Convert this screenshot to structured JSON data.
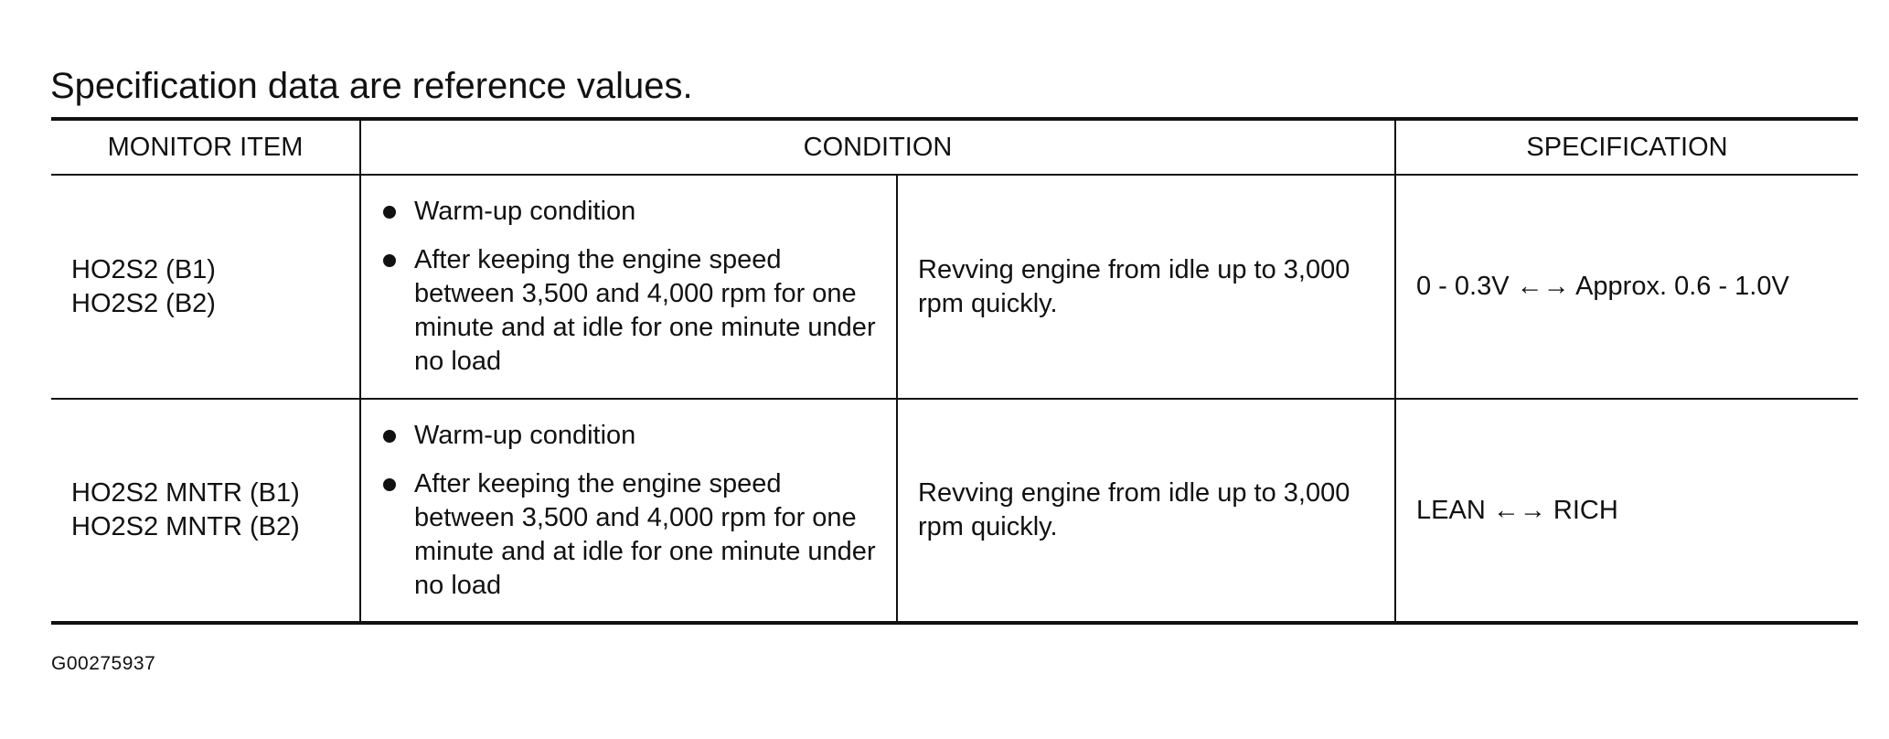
{
  "heading": "Specification data are reference values.",
  "table": {
    "headers": [
      "MONITOR ITEM",
      "CONDITION",
      "SPECIFICATION"
    ],
    "rows": [
      {
        "monitor_items": [
          "HO2S2 (B1)",
          "HO2S2 (B2)"
        ],
        "conditions": [
          "Warm-up condition",
          "After keeping the engine speed between 3,500 and 4,000 rpm for one minute and at idle for one minute under no load"
        ],
        "operation": "Revving engine from idle up to 3,000 rpm quickly.",
        "specification": "0 - 0.3V ←→ Approx. 0.6 - 1.0V"
      },
      {
        "monitor_items": [
          "HO2S2 MNTR (B1)",
          "HO2S2 MNTR (B2)"
        ],
        "conditions": [
          "Warm-up condition",
          "After keeping the engine speed between 3,500 and 4,000 rpm for one minute and at idle for one minute under no load"
        ],
        "operation": "Revving engine from idle up to 3,000 rpm quickly.",
        "specification": "LEAN ←→ RICH"
      }
    ]
  },
  "figure_code": "G00275937"
}
